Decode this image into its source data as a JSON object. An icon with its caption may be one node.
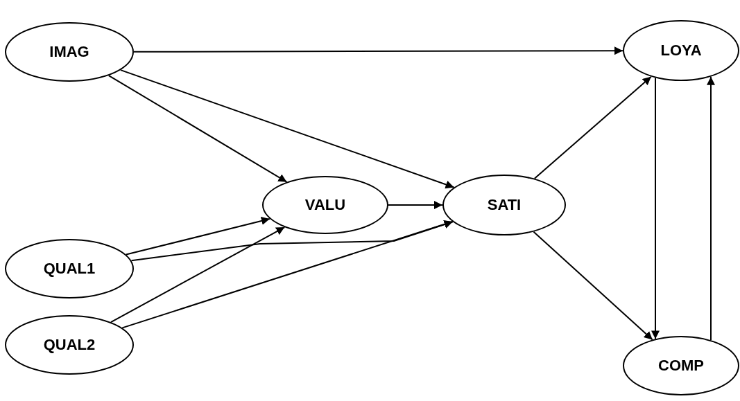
{
  "diagram": {
    "nodes": [
      {
        "text": [
          "IMAG"
        ]
      },
      {
        "text": [
          "LOYA"
        ]
      },
      {
        "text": [
          "VALU"
        ]
      },
      {
        "text": [
          "SATI"
        ]
      },
      {
        "text": [
          "QUAL1"
        ]
      },
      {
        "text": [
          "QUAL2"
        ]
      },
      {
        "text": [
          "COMP"
        ]
      }
    ],
    "edges": [
      {
        "from": 0,
        "to": 1,
        "arrow": "to"
      },
      {
        "from": 0,
        "to": 2,
        "arrow": "to"
      },
      {
        "from": 0,
        "to": 3,
        "arrow": "to"
      },
      {
        "from": 2,
        "to": 3,
        "arrow": "to"
      },
      {
        "from": 4,
        "to": 2,
        "arrow": "to"
      },
      {
        "from": 4,
        "to": 3,
        "arrow": "to"
      },
      {
        "from": 5,
        "to": 2,
        "arrow": "to"
      },
      {
        "from": 5,
        "to": 3,
        "arrow": "to"
      },
      {
        "from": 3,
        "to": 1,
        "arrow": "to"
      },
      {
        "from": 3,
        "to": 6,
        "arrow": "to"
      },
      {
        "from": 1,
        "to": 6,
        "arrow": "to"
      },
      {
        "from": 6,
        "to": 1,
        "arrow": "to"
      }
    ]
  }
}
